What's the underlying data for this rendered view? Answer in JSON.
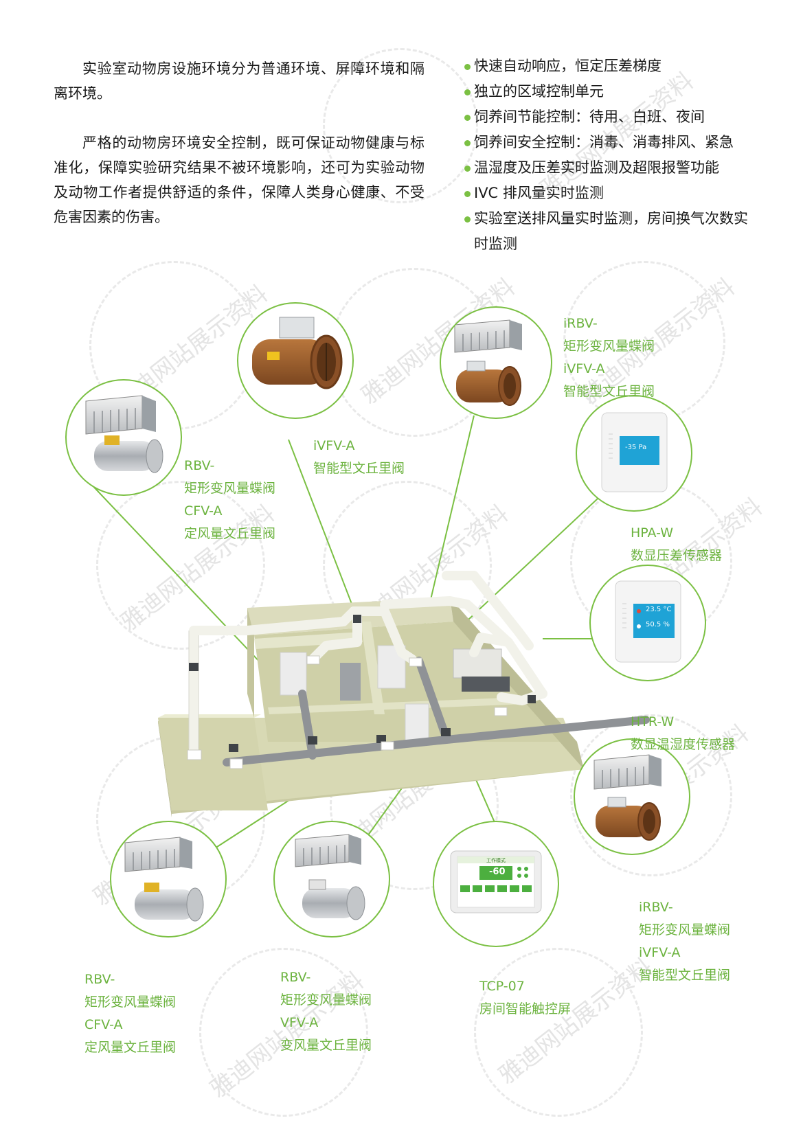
{
  "intro": {
    "p1": "实验室动物房设施环境分为普通环境、屏障环境和隔离环境。",
    "p2": "严格的动物房环境安全控制，既可保证动物健康与标准化，保障实验研究结果不被环境影响，还可为实验动物及动物工作者提供舒适的条件，保障人类身心健康、不受危害因素的伤害。"
  },
  "features": [
    "快速自动响应，恒定压差梯度",
    "独立的区域控制单元",
    "饲养间节能控制：待用、白班、夜间",
    "饲养间安全控制：消毒、消毒排风、紧急",
    "温湿度及压差实时监测及超限报警功能",
    "IVC 排风量实时监测",
    "实验室送排风量实时监测，房间换气次数实时监测"
  ],
  "watermark": "雅迪网站展示资料",
  "products": {
    "rbv_cfv_top": [
      "RBV-",
      "矩形变风量蝶阀",
      "CFV-A",
      "定风量文丘里阀"
    ],
    "ivfv_top": [
      "iVFV-A",
      "智能型文丘里阀"
    ],
    "irbv_top": [
      "iRBV-",
      "矩形变风量蝶阀",
      "iVFV-A",
      "智能型文丘里阀"
    ],
    "hpa": [
      "HPA-W",
      "数显压差传感器"
    ],
    "htr": [
      "HTR-W",
      "数显温湿度传感器"
    ],
    "irbv_bottom": [
      "iRBV-",
      "矩形变风量蝶阀",
      "iVFV-A",
      "智能型文丘里阀"
    ],
    "tcp": [
      "TCP-07",
      "房间智能触控屏"
    ],
    "rbv_vfv": [
      "RBV-",
      "矩形变风量蝶阀",
      "VFV-A",
      "变风量文丘里阀"
    ],
    "rbv_cfv_bottom": [
      "RBV-",
      "矩形变风量蝶阀",
      "CFV-A",
      "定风量文丘里阀"
    ]
  },
  "devices": {
    "hpa_display": "-35 Pa",
    "htr_temp": "23.5 °C",
    "htr_humidity": "50.5 %",
    "tcp_value": "-60",
    "tcp_title": "工作模式"
  },
  "colors": {
    "accent": "#7bc043",
    "label_green": "#6cb33f",
    "room_wall": "#d8d9b4",
    "duct_white": "#f2f2ea",
    "exhaust_gray": "#8f9296",
    "valve_brown": "#a0622e"
  }
}
